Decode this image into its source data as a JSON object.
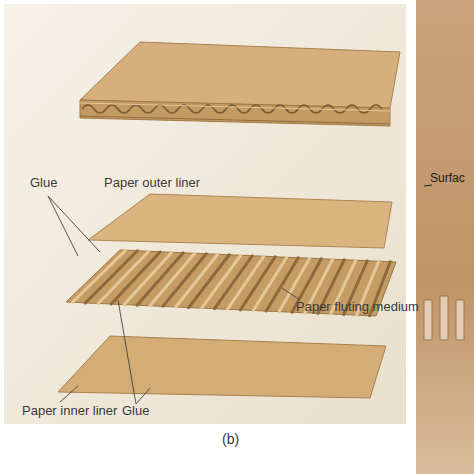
{
  "diagram": {
    "labels": [
      "Glue",
      "Paper outer liner",
      "Paper fluting medium",
      "Paper inner liner",
      "Glue",
      "(b)",
      "Surfac"
    ]
  }
}
